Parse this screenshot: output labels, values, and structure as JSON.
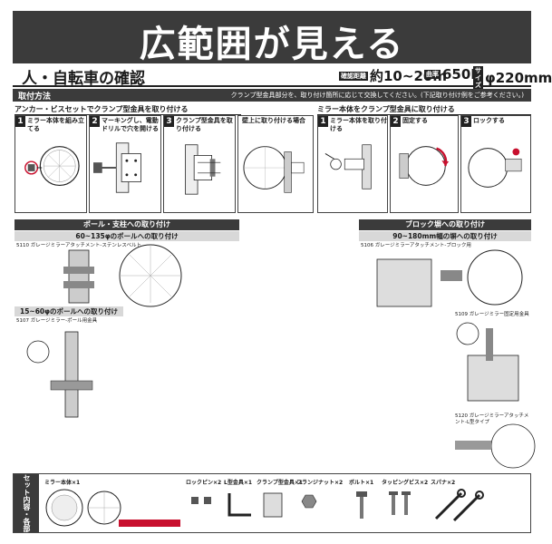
{
  "banner": {
    "title": "広範囲が見える"
  },
  "info": {
    "title": "人・自転車の確認",
    "specs": [
      {
        "tag": "確認距離",
        "value": "約10~20m"
      },
      {
        "tag": "曲率",
        "value": "650R"
      },
      {
        "tag": "サイズ",
        "value": "φ220mm"
      }
    ]
  },
  "install": {
    "title": "取付方法",
    "note": "クランプ型金具部分を、取り付け箇所に応じて交換してください。(下記取り付け例をご参考ください。)",
    "group_anchor": "アンカー・ビスセットでクランプ型金具を取り付ける",
    "group_mirror": "ミラー本体をクランプ型金具に取り付ける",
    "steps": [
      {
        "num": "1",
        "title": "ミラー本体を組み立てる"
      },
      {
        "num": "2",
        "title": "マーキングし、電動ドリルで穴を開ける"
      },
      {
        "num": "3",
        "title": "クランプ型金具を取り付ける"
      },
      {
        "num": "",
        "title": "壁上に取り付ける場合"
      },
      {
        "num": "1",
        "title": "ミラー本体を取り付ける"
      },
      {
        "num": "2",
        "title": "固定する"
      },
      {
        "num": "3",
        "title": "ロックする"
      }
    ]
  },
  "pole": {
    "title": "ポール・支柱への取り付け",
    "range_large": "60~135φのポールへの取り付け",
    "part_large": "5110 ガレージミラーアタッチメント-ステンレスベルト",
    "range_small": "15~60φのポールへの取り付け",
    "part_small": "5107 ガレージミラー-ポール用金具"
  },
  "block": {
    "title": "ブロック塀への取り付け",
    "range": "90~180mm幅の塀への取り付け",
    "part_a": "5106 ガレージミラーアタッチメント-ブロック用",
    "part_b": "5109 ガレージミラー固定用金具",
    "part_c": "5120 ガレージミラーアタッチメント-L型タイプ"
  },
  "set": {
    "title": "セット内容・各部名称",
    "items": [
      "ミラー本体×1",
      "ロックピン×2",
      "L型金具×1",
      "クランプ型金具×1",
      "フランジナット×2",
      "ボルト×1",
      "タッピングビス×2",
      "スパナ×2"
    ]
  }
}
